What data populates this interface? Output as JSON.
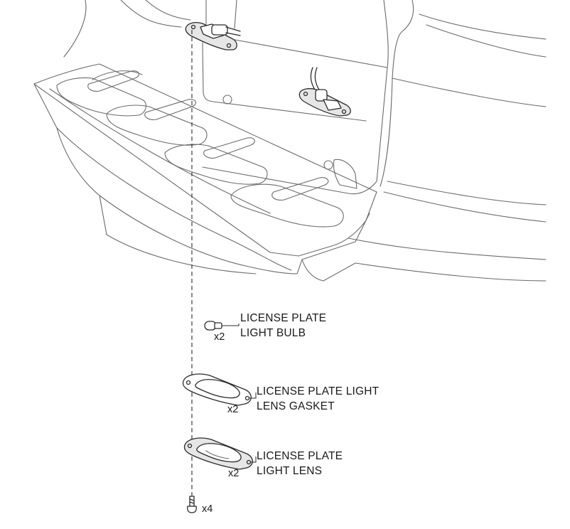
{
  "callouts": {
    "bulb": {
      "line1": "LICENSE PLATE",
      "line2": "LIGHT BULB",
      "qty": "x2"
    },
    "gasket": {
      "line1": "LICENSE PLATE LIGHT",
      "line2": "LENS GASKET",
      "qty": "x2"
    },
    "lens": {
      "line1": "LICENSE PLATE",
      "line2": "LIGHT LENS",
      "qty": "x2"
    },
    "screw": {
      "qty": "x4"
    }
  }
}
